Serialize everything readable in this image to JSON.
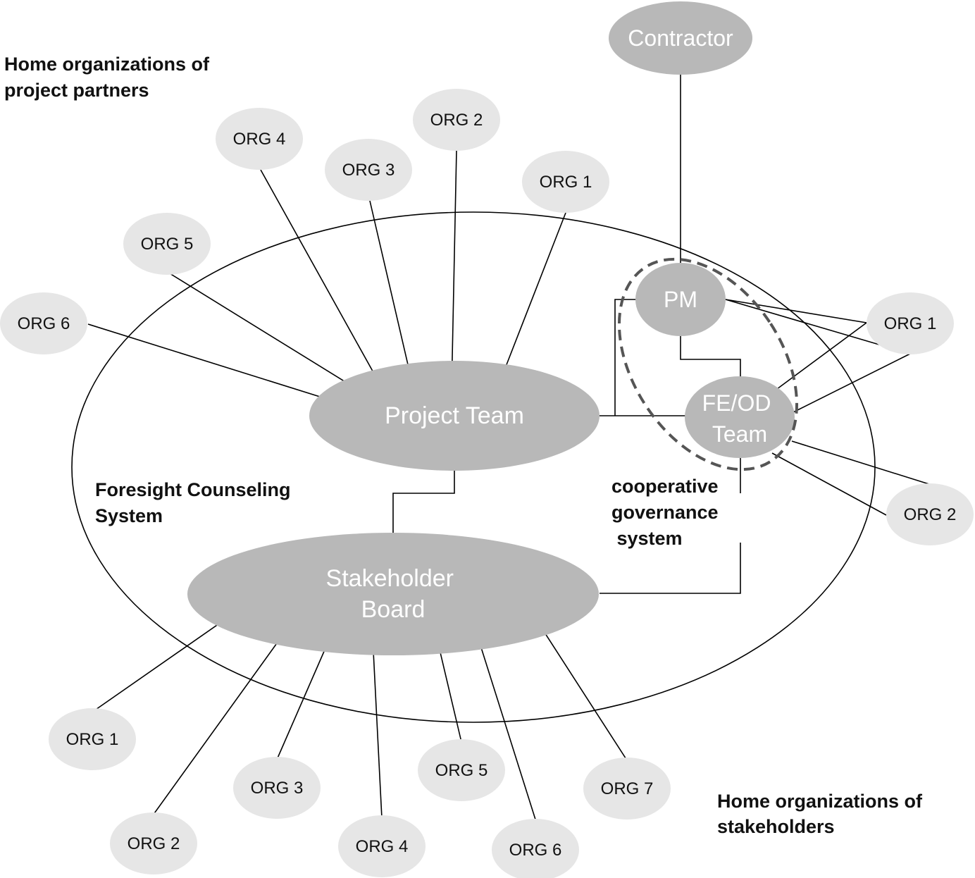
{
  "labels": {
    "partners_title": [
      "Home organizations of",
      "project partners"
    ],
    "stakeholders_title": [
      "Home organizations of",
      "stakeholders"
    ],
    "foresight_system": [
      "Foresight Counseling",
      "System"
    ],
    "governance_system": [
      "cooperative",
      "governance",
      " system"
    ]
  },
  "nodes": {
    "contractor": "Contractor",
    "pm": "PM",
    "fe_od_team": [
      "FE/OD",
      "Team"
    ],
    "project_team": "Project Team",
    "stakeholder_board": [
      "Stakeholder",
      "Board"
    ]
  },
  "partner_orgs": [
    "ORG 1",
    "ORG 2",
    "ORG 3",
    "ORG 4",
    "ORG 5",
    "ORG 6"
  ],
  "governance_orgs": [
    "ORG 1",
    "ORG 2"
  ],
  "stakeholder_orgs": [
    "ORG 1",
    "ORG 2",
    "ORG 3",
    "ORG 4",
    "ORG 5",
    "ORG 6",
    "ORG 7"
  ],
  "colors": {
    "main_node_fill": "#b8b8b8",
    "org_node_fill": "#e6e6e6",
    "line": "#000000",
    "dashed_boundary": "#555555"
  }
}
